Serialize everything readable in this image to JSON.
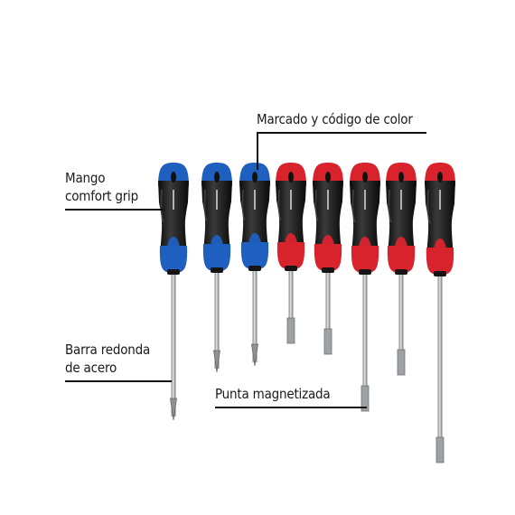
{
  "callouts": {
    "color_coding": "Marcado y código de color",
    "grip_line1": "Mango",
    "grip_line2": "comfort grip",
    "shaft_line1": "Barra redonda",
    "shaft_line2": "de acero",
    "tip": "Punta magnetizada"
  },
  "screwdrivers": [
    {
      "handle_color": "#1f5fbf",
      "tip_type": "phillips"
    },
    {
      "handle_color": "#1f5fbf",
      "tip_type": "phillips"
    },
    {
      "handle_color": "#1f5fbf",
      "tip_type": "phillips"
    },
    {
      "handle_color": "#d8232d",
      "tip_type": "flat"
    },
    {
      "handle_color": "#d8232d",
      "tip_type": "flat"
    },
    {
      "handle_color": "#d8232d",
      "tip_type": "flat"
    },
    {
      "handle_color": "#d8232d",
      "tip_type": "flat"
    },
    {
      "handle_color": "#d8232d",
      "tip_type": "flat"
    }
  ],
  "colors": {
    "handle_body": "#1c1c1c",
    "shaft": "#b9bcbf",
    "callout_line": "#111111"
  }
}
